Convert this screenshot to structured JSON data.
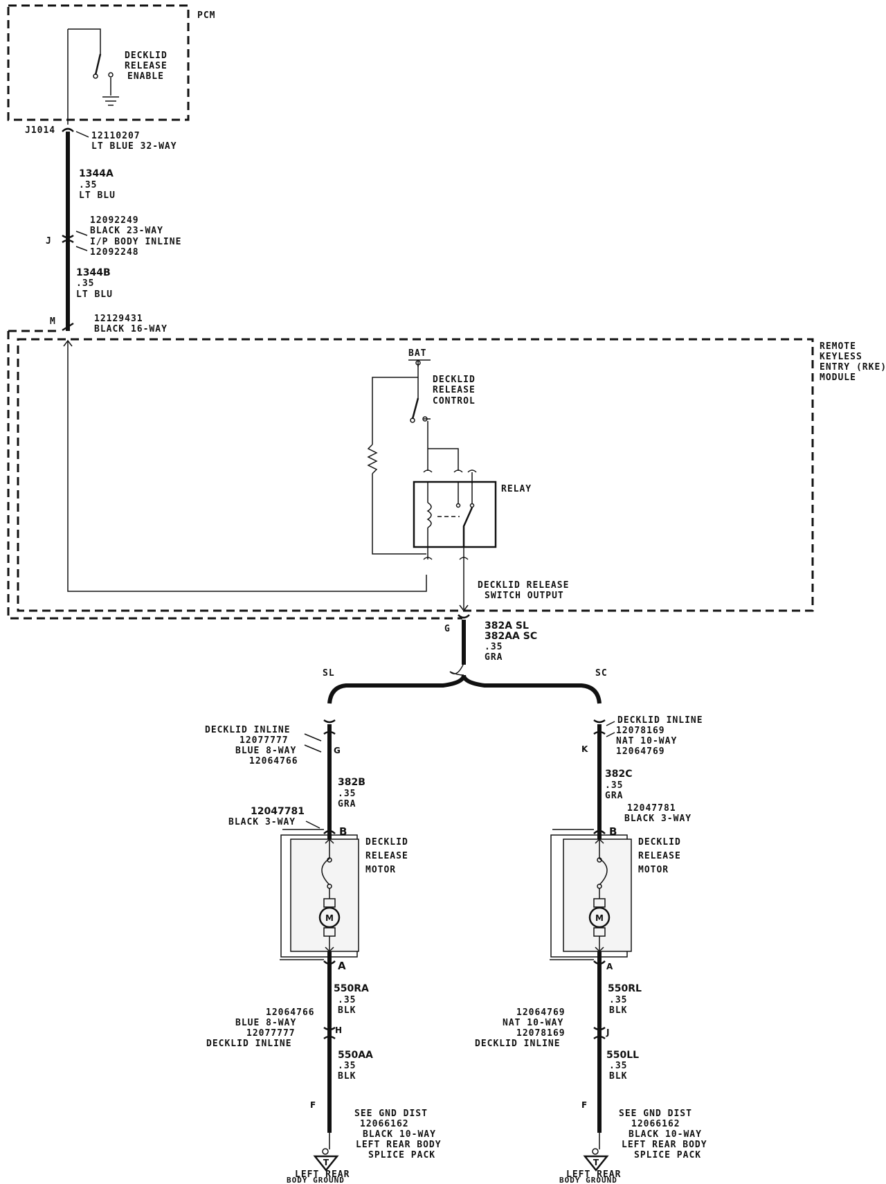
{
  "pcm": {
    "title": "PCM",
    "switch_label": [
      "DECKLID",
      "RELEASE",
      "ENABLE"
    ]
  },
  "c1": {
    "id": "J1014",
    "lines": [
      "12110207",
      "LT BLUE 32-WAY"
    ]
  },
  "wire_1344a": {
    "name": "1344A",
    "gauge": ".35",
    "color": "LT BLU"
  },
  "c2": {
    "pin": "J",
    "lines": [
      "12092249",
      "BLACK 23-WAY",
      "I/P BODY INLINE",
      "12092248"
    ]
  },
  "wire_1344b": {
    "name": "1344B",
    "gauge": ".35",
    "color": "LT BLU"
  },
  "c3": {
    "pin": "M",
    "lines": [
      "12129431",
      "BLACK 16-WAY"
    ]
  },
  "rke": {
    "title": [
      "REMOTE",
      "KEYLESS",
      "ENTRY (RKE)",
      "MODULE"
    ],
    "bat": "BAT",
    "control_label": [
      "DECKLID",
      "RELEASE",
      "CONTROL"
    ],
    "relay": "RELAY",
    "output_label": [
      "DECKLID RELEASE",
      "SWITCH OUTPUT"
    ]
  },
  "c4": {
    "pin": "G"
  },
  "wire_382a": {
    "lines": [
      "382A SL",
      "382AA  SC",
      ".35",
      "GRA"
    ]
  },
  "branch": {
    "left": "SL",
    "right": "SC"
  },
  "left": {
    "inline_lines": [
      "DECKLID INLINE",
      "12077777",
      "BLUE 8-WAY",
      "12064766"
    ],
    "inline_pin": "G",
    "wire_top": {
      "name": "382B",
      "gauge": ".35",
      "color": "GRA"
    },
    "motor_conn": [
      "12047781",
      "BLACK 3-WAY"
    ],
    "pin_b": "B",
    "motor_label": [
      "DECKLID",
      "RELEASE",
      "MOTOR"
    ],
    "motor_symbol": "M",
    "pin_a": "A",
    "wire_mid": {
      "name": "550RA",
      "gauge": ".35",
      "color": "BLK"
    },
    "inline2_lines": [
      "12064766",
      "BLUE 8-WAY",
      "12077777",
      "DECKLID INLINE"
    ],
    "inline2_pin": "H",
    "wire_bot": {
      "name": "550AA",
      "gauge": ".35",
      "color": "BLK"
    },
    "ground_pin": "F",
    "splice_lines": [
      "SEE GND DIST",
      "12066162",
      "BLACK 10-WAY",
      "LEFT REAR BODY",
      "SPLICE PACK"
    ],
    "ground_symbol": "T",
    "ground_label": [
      "LEFT REAR",
      "BODY GROUND"
    ]
  },
  "right": {
    "inline_lines": [
      "DECKLID INLINE",
      "12078169",
      "NAT 10-WAY",
      "12064769"
    ],
    "inline_pin": "K",
    "wire_top": {
      "name": "382C",
      "gauge": ".35",
      "color": "GRA"
    },
    "motor_conn": [
      "12047781",
      "BLACK 3-WAY"
    ],
    "pin_b": "B",
    "motor_label": [
      "DECKLID",
      "RELEASE",
      "MOTOR"
    ],
    "motor_symbol": "M",
    "pin_a": "A",
    "wire_mid": {
      "name": "550RL",
      "gauge": ".35",
      "color": "BLK"
    },
    "inline2_lines": [
      "12064769",
      "NAT 10-WAY",
      "12078169",
      "DECKLID INLINE"
    ],
    "inline2_pin": "J",
    "wire_bot": {
      "name": "550LL",
      "gauge": ".35",
      "color": "BLK"
    },
    "ground_pin": "F",
    "splice_lines": [
      "SEE GND DIST",
      "12066162",
      "BLACK 10-WAY",
      "LEFT REAR BODY",
      "SPLICE PACK"
    ],
    "ground_symbol": "T",
    "ground_label": [
      "LEFT REAR",
      "BODY GROUND"
    ]
  }
}
